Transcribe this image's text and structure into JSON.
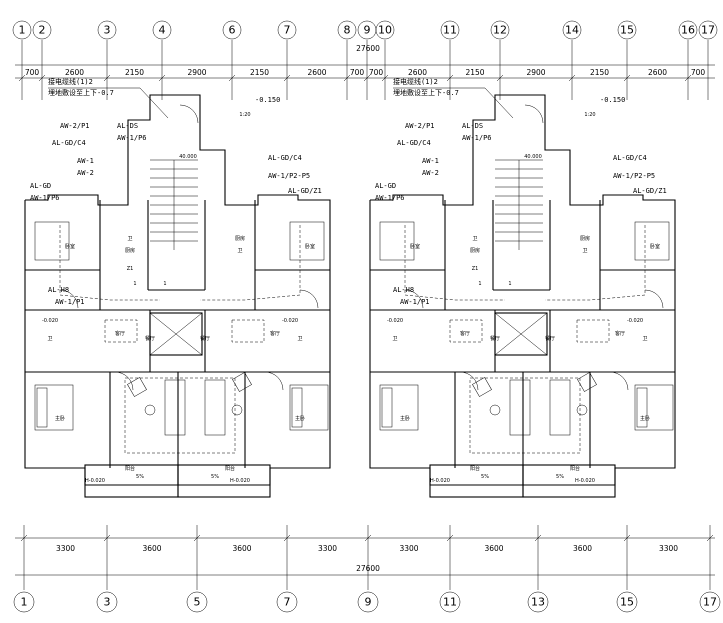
{
  "axes_top": [
    "1",
    "2",
    "3",
    "4",
    "6",
    "7",
    "8",
    "9",
    "10",
    "11",
    "12",
    "14",
    "15",
    "16",
    "17"
  ],
  "axes_bottom": [
    "1",
    "3",
    "5",
    "7",
    "9",
    "11",
    "13",
    "15",
    "17"
  ],
  "top_dims": [
    "700",
    "2600",
    "2150",
    "2900",
    "2150",
    "2600",
    "700",
    "700",
    "2600",
    "2150",
    "2900",
    "2150",
    "2600",
    "700"
  ],
  "top_total": "27600",
  "bottom_dims": [
    "3300",
    "3600",
    "3600",
    "3300",
    "3300",
    "3600",
    "3600",
    "3300"
  ],
  "bottom_total": "27600",
  "left_unit": {
    "feeder_note1": "接电缆线(1)2",
    "feeder_note2": "埋地敷设至上下-0.7",
    "level_mark": "-0.150",
    "stair_scale": "1:20",
    "labels": [
      "AW-2/P1",
      "AL-DS",
      "AW-1/P6",
      "AL-GD/C4",
      "AW-1",
      "AW-2",
      "AL-GD",
      "AW-1/P6",
      "AL-GD/C4",
      "AW-1/P2-P5",
      "AL-GD/Z1",
      "AL-H8",
      "AW-1/P1"
    ],
    "room_labels": [
      "卧室",
      "卧室",
      "卫",
      "厨房",
      "厨房",
      "卫",
      "客厅",
      "餐厅",
      "餐厅",
      "客厅",
      "主卧",
      "主卧",
      "阳台",
      "阳台",
      "卫",
      "卫"
    ],
    "balcony_levels": [
      "H-0.020",
      "H-0.020"
    ],
    "small_values": [
      "40.000",
      "Z1",
      "1",
      "1",
      "-0.020",
      "-0.020",
      "5%",
      "5%"
    ]
  },
  "right_unit": {
    "feeder_note1": "接电缆线(1)2",
    "feeder_note2": "埋地敷设至上下-0.7",
    "level_mark": "-0.150",
    "stair_scale": "1:20",
    "labels": [
      "AW-2/P1",
      "AL-DS",
      "AW-1/P6",
      "AL-GD/C4",
      "AW-1",
      "AW-2",
      "AL-GD",
      "AW-1/P6",
      "AL-GD/C4",
      "AW-1/P2-P5",
      "AL-GD/Z1",
      "AL-H8",
      "AW-1/P1"
    ],
    "room_labels": [
      "卧室",
      "卧室",
      "卫",
      "厨房",
      "厨房",
      "卫",
      "客厅",
      "餐厅",
      "餐厅",
      "客厅",
      "主卧",
      "主卧",
      "阳台",
      "阳台",
      "卫",
      "卫"
    ],
    "balcony_levels": [
      "H-0.020",
      "H-0.020"
    ],
    "small_values": [
      "40.000",
      "Z1",
      "1",
      "1",
      "-0.020",
      "-0.020",
      "5%",
      "5%"
    ]
  }
}
